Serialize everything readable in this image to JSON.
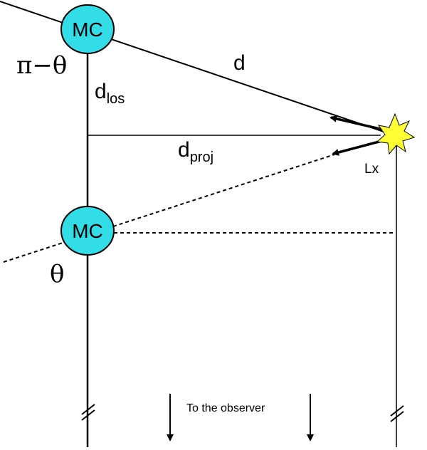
{
  "labels": {
    "pi_minus_theta": "π−θ",
    "theta": "θ",
    "d": "d",
    "d_los_base": "d",
    "d_los_sub": "los",
    "d_proj_base": "d",
    "d_proj_sub": "proj",
    "lx": "Lx",
    "observer": "To the observer"
  },
  "clouds": {
    "upper_label": "MC",
    "lower_label": "MC"
  },
  "colors": {
    "cloud_fill": "#33dde8",
    "source_fill": "#ffff33",
    "line": "#000000"
  }
}
